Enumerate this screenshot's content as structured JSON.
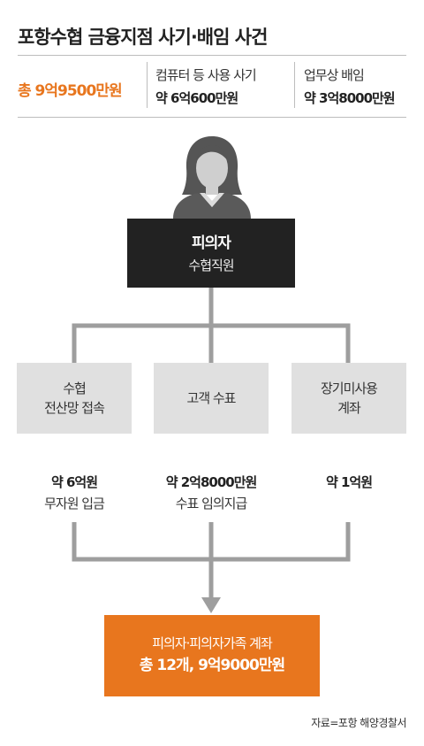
{
  "title": "포항수협 금융지점 사기·배임 사건",
  "summary": {
    "total": "총 9억9500만원",
    "items": [
      {
        "label": "컴퓨터 등 사용 사기",
        "value": "약 6억600만원"
      },
      {
        "label": "업무상 배임",
        "value": "약 3억8000만원"
      }
    ]
  },
  "suspect": {
    "title": "피의자",
    "subtitle": "수협직원"
  },
  "methods": [
    {
      "lines": [
        "수협",
        "전산망 접속"
      ],
      "amount": "약 6억원",
      "detail": "무자원 입금"
    },
    {
      "lines": [
        "고객 수표"
      ],
      "amount": "약 2억8000만원",
      "detail": "수표 임의지급"
    },
    {
      "lines": [
        "장기미사용",
        "계좌"
      ],
      "amount": "약 1억원",
      "detail": ""
    }
  ],
  "destination": {
    "title": "피의자·피의자가족 계좌",
    "value": "총 12개, 9억9000만원"
  },
  "source": "자료=포항 해양경찰서",
  "colors": {
    "accent": "#e8761e",
    "dark_box": "#222222",
    "gray_box": "#e0e0e0",
    "connector": "#9e9e9e",
    "person": "#5a5a5a"
  }
}
